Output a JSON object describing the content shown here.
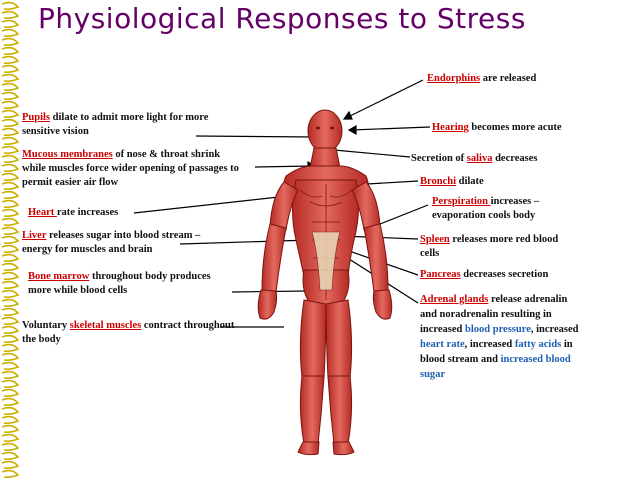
{
  "title": "Physiological Responses to Stress",
  "colors": {
    "title": "#660066",
    "highlight": "#cc0000",
    "emphasis": "#1f5fb4",
    "muscle": "#d9534f",
    "muscle_dark": "#8b1a1a"
  },
  "left_labels": [
    {
      "key": "Pupils",
      "text": " dilate to admit more light for more",
      "line2": "sensitive vision"
    },
    {
      "key": "Mucous membranes",
      "text": " of nose & throat shrink",
      "line2": "while muscles force wider opening of passages to",
      "line3": "permit easier air flow"
    },
    {
      "key": "Heart ",
      "text": "rate increases"
    },
    {
      "key": "Liver",
      "text": " releases sugar into blood stream –",
      "line2": "energy for muscles and brain"
    },
    {
      "key": "Bone marrow",
      "text": " throughout body produces",
      "line2": "more while blood cells"
    },
    {
      "pre": "Voluntary ",
      "key": "skeletal muscles",
      "text": " contract throughout",
      "line2": "the body"
    }
  ],
  "right_labels": {
    "endorphins": {
      "key": "Endorphins",
      "text": " are released"
    },
    "hearing": {
      "key": "Hearing",
      "text": " becomes more acute"
    },
    "saliva": {
      "pre": "Secretion of ",
      "key": "saliva",
      "text": " decreases"
    },
    "bronchi": {
      "key": "Bronchi",
      "text": " dilate"
    },
    "perspiration": {
      "key": "Perspiration ",
      "text": "increases –",
      "line2": "evaporation cools body"
    },
    "spleen": {
      "key": "Spleen",
      "text": " releases more red blood",
      "line2": "cells"
    },
    "pancreas": {
      "key": "Pancreas",
      "text": " decreases secretion"
    },
    "adrenal": {
      "key": "Adrenal glands",
      "text": " release adrenalin",
      "line2": "and noradrenalin resulting in",
      "line3_pre": "increased ",
      "line3_em": "blood pressure",
      "line3_post": ", increased",
      "line4_em1": "heart rate",
      "line4_mid": ", increased ",
      "line4_em2": "fatty acids",
      "line4_post": " in",
      "line5_pre": "blood stream and ",
      "line5_em": "increased blood",
      "line6_em": "sugar"
    }
  }
}
